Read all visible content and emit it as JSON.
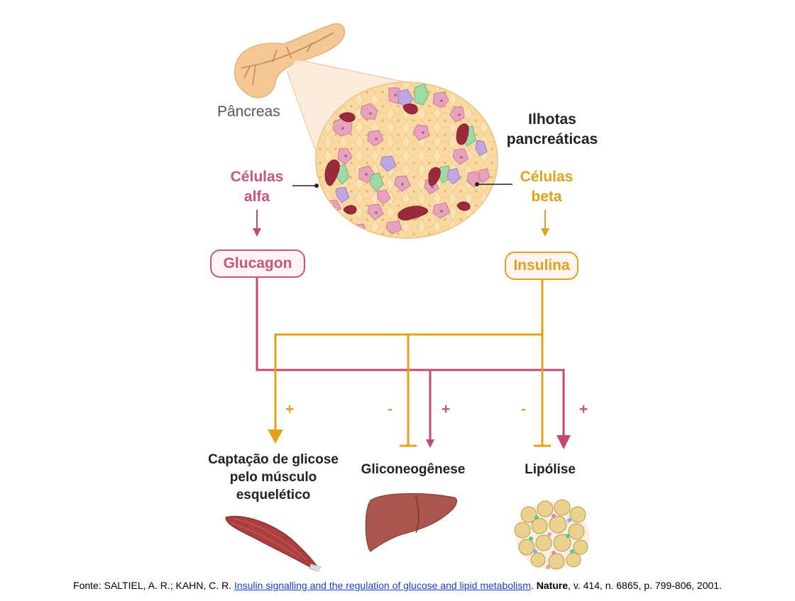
{
  "labels": {
    "pancreas": "Pâncreas",
    "islets_line1": "Ilhotas",
    "islets_line2": "pancreáticas",
    "alpha_line1": "Células",
    "alpha_line2": "alfa",
    "beta_line1": "Células",
    "beta_line2": "beta",
    "glucagon": "Glucagon",
    "insulin": "Insulina"
  },
  "targets": {
    "muscle_line1": "Captação de glicose",
    "muscle_line2": "pelo músculo",
    "muscle_line3": "esquelético",
    "gluconeogenesis": "Gliconeogênese",
    "lipolysis": "Lipólise"
  },
  "signs": {
    "muscle_insulin": "+",
    "gluco_insulin": "-",
    "gluco_glucagon": "+",
    "lipo_insulin": "-",
    "lipo_glucagon": "+"
  },
  "source": {
    "prefix": "Fonte: SALTIEL, A. R.; KAHN, C. R. ",
    "title": "Insulin signalling and the regulation of glucose and lipid metabolism",
    "sep": ". ",
    "journal": "Nature",
    "details": ", v. 414, n. 6865, p. 799-806, 2001."
  },
  "colors": {
    "alpha": "#c9557a",
    "beta": "#e3a019",
    "glucagon_line": "#c24a6c",
    "insulin_line": "#e3a019"
  }
}
